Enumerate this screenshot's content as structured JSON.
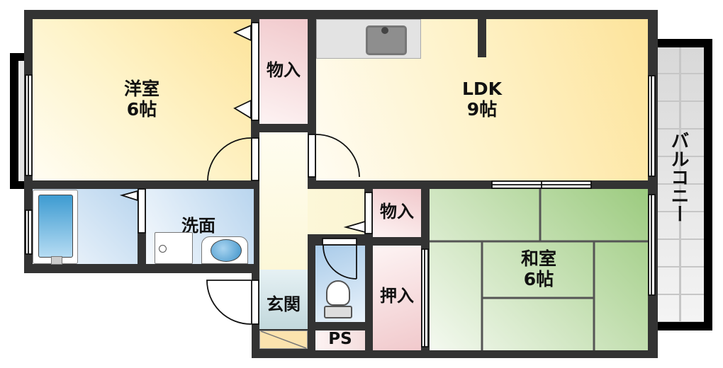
{
  "floorplan": {
    "rooms": {
      "western_room": {
        "name": "洋室",
        "size": "6帖"
      },
      "ldk": {
        "name": "LDK",
        "size": "9帖"
      },
      "japanese_room": {
        "name": "和室",
        "size": "6帖"
      },
      "closet_top": {
        "name": "物入"
      },
      "closet_mid": {
        "name": "物入"
      },
      "oshiire": {
        "name": "押入"
      },
      "washroom": {
        "name": "洗面"
      },
      "entrance": {
        "name": "玄関"
      },
      "pipe_space": {
        "name": "PS"
      },
      "balcony": {
        "name": "バルコニー"
      }
    },
    "colors": {
      "wall": "#333333",
      "western_room": "#fde9a8",
      "ldk": "#fde7a0",
      "japanese_room": "#a5cf8a",
      "closet": "#f2cdd0",
      "bath": "#b9d5ee",
      "balcony": "#dddddd"
    }
  }
}
